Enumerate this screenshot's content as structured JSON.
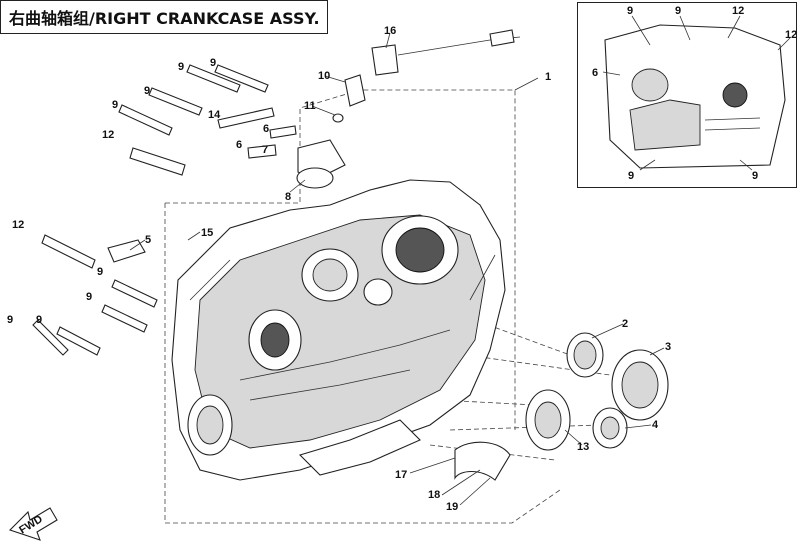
{
  "title": "右曲轴箱组/RIGHT CRANKCASE ASSY.",
  "fwd_label": "FWD",
  "callouts": [
    {
      "id": "c1",
      "text": "1"
    },
    {
      "id": "c2",
      "text": "2"
    },
    {
      "id": "c3",
      "text": "3"
    },
    {
      "id": "c4",
      "text": "4"
    },
    {
      "id": "c5",
      "text": "5"
    },
    {
      "id": "c6a",
      "text": "6"
    },
    {
      "id": "c6b",
      "text": "6"
    },
    {
      "id": "c7",
      "text": "7"
    },
    {
      "id": "c8",
      "text": "8"
    },
    {
      "id": "c9a",
      "text": "9"
    },
    {
      "id": "c9b",
      "text": "9"
    },
    {
      "id": "c9c",
      "text": "9"
    },
    {
      "id": "c9d",
      "text": "9"
    },
    {
      "id": "c9e",
      "text": "9"
    },
    {
      "id": "c9f",
      "text": "9"
    },
    {
      "id": "c9g",
      "text": "9"
    },
    {
      "id": "c9h",
      "text": "9"
    },
    {
      "id": "c10",
      "text": "10"
    },
    {
      "id": "c11",
      "text": "11"
    },
    {
      "id": "c12a",
      "text": "12"
    },
    {
      "id": "c12b",
      "text": "12"
    },
    {
      "id": "c13",
      "text": "13"
    },
    {
      "id": "c14",
      "text": "14"
    },
    {
      "id": "c15",
      "text": "15"
    },
    {
      "id": "c16",
      "text": "16"
    },
    {
      "id": "c17",
      "text": "17"
    },
    {
      "id": "c18",
      "text": "18"
    },
    {
      "id": "c19",
      "text": "19"
    }
  ],
  "inset_callouts": [
    {
      "id": "i9a",
      "text": "9"
    },
    {
      "id": "i9b",
      "text": "9"
    },
    {
      "id": "i12a",
      "text": "12"
    },
    {
      "id": "i12b",
      "text": "12"
    },
    {
      "id": "i6",
      "text": "6"
    },
    {
      "id": "i9c",
      "text": "9"
    },
    {
      "id": "i9d",
      "text": "9"
    }
  ]
}
